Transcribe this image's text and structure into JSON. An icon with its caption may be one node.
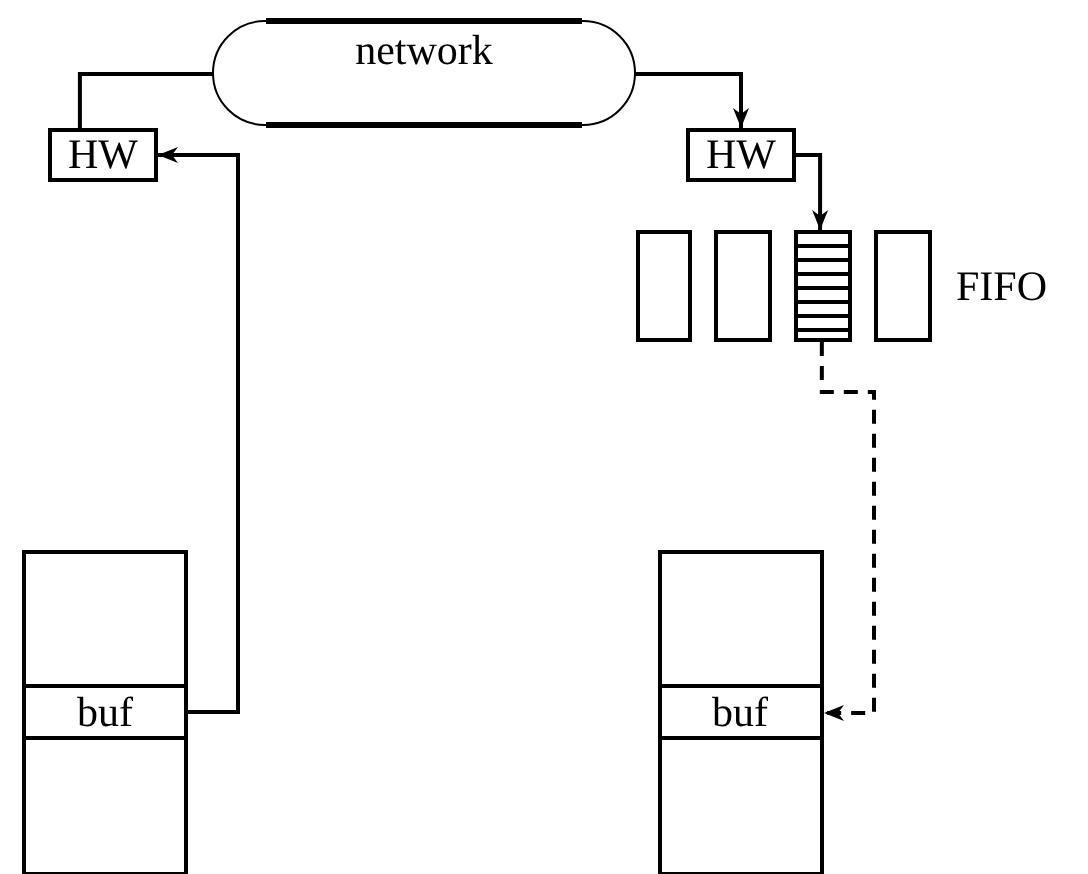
{
  "diagram": {
    "nodes": [
      {
        "text": [
          "network"
        ]
      },
      {
        "text": [
          "HW"
        ]
      },
      {
        "text": [
          "HW"
        ]
      },
      {
        "text": [],
        "shape": "box"
      },
      {
        "text": [],
        "shape": "box"
      },
      {
        "text": [],
        "shape": "box"
      },
      {
        "text": [],
        "shape": "box",
        "beside": [
          "FIFO"
        ]
      },
      {
        "text": [],
        "shape": "box"
      },
      {
        "text": [
          "buf"
        ],
        "in": 7
      },
      {
        "text": [],
        "shape": "box"
      },
      {
        "text": [
          "buf"
        ],
        "in": 9
      }
    ],
    "edges": [
      {
        "from": 1,
        "to": 0,
        "arrow": "none"
      },
      {
        "from": 0,
        "to": 2,
        "arrow": "to"
      },
      {
        "from": 8,
        "to": 1,
        "arrow": "to"
      },
      {
        "from": 2,
        "to": 5,
        "arrow": "to"
      },
      {
        "from": 5,
        "to": 10,
        "arrow": "to",
        "style": "dashed"
      }
    ]
  }
}
